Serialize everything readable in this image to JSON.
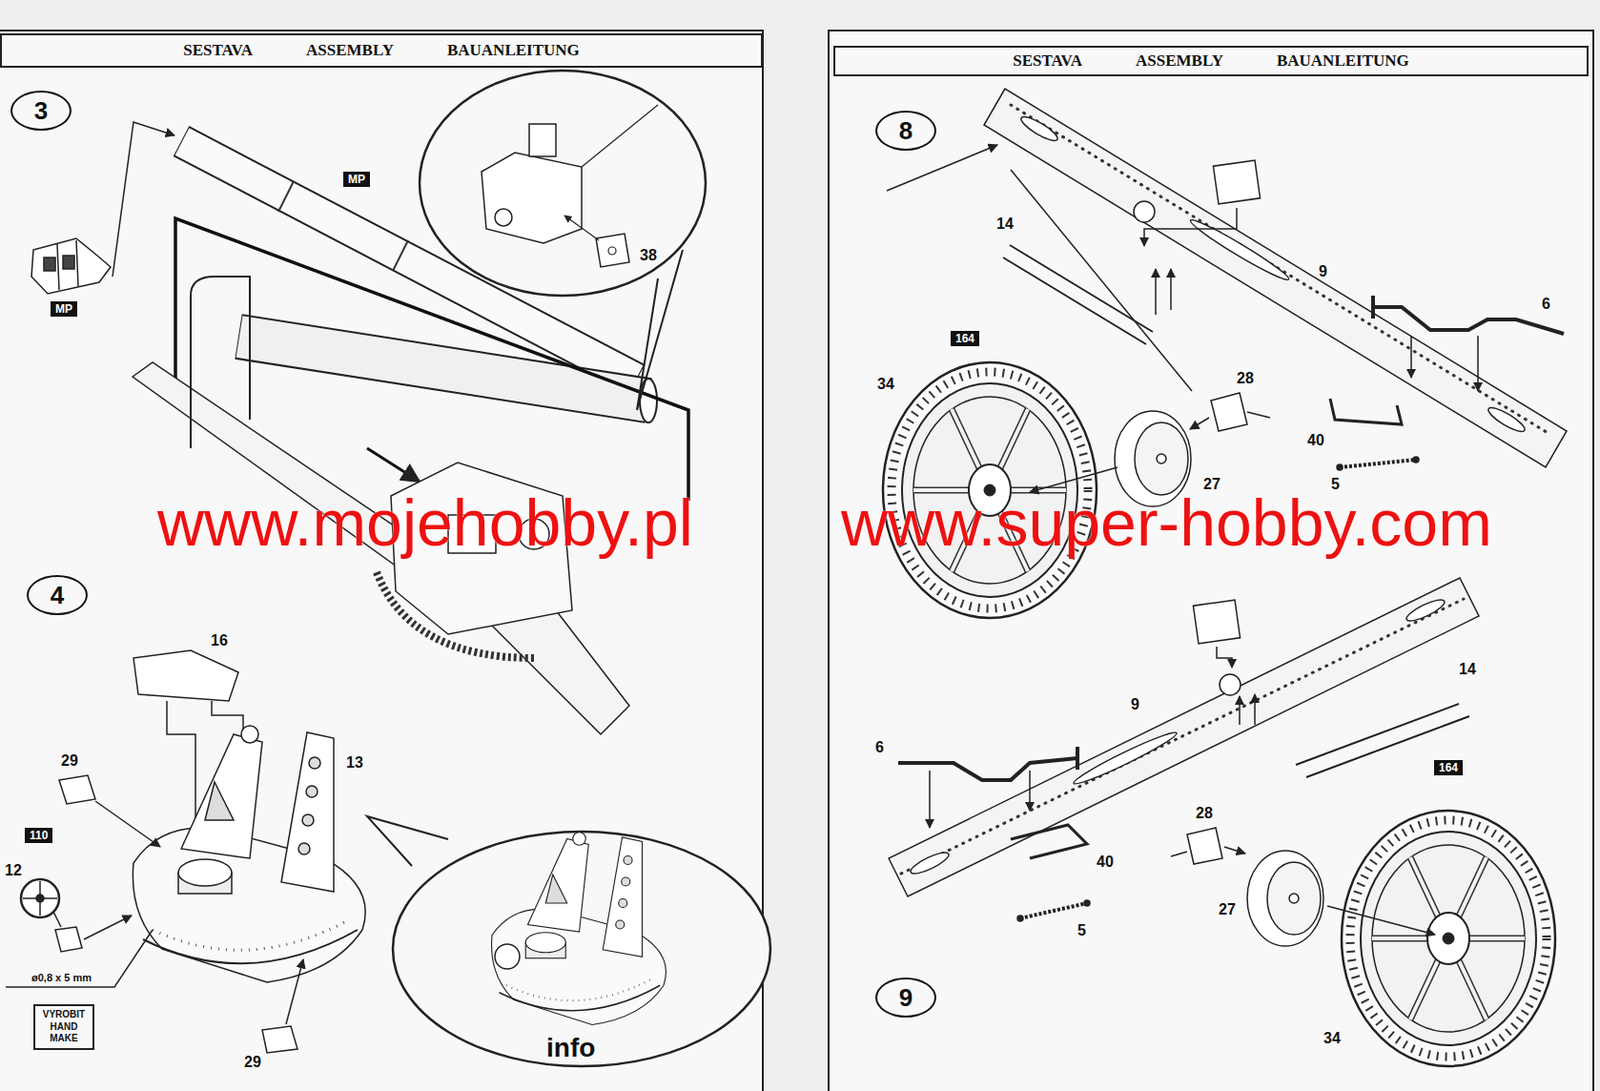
{
  "diagram": {
    "nodes": [
      {
        "text": [
          "SESTAVA",
          "ASSEMBLY",
          "BAUANLEITUNG"
        ]
      },
      {
        "text": [
          "3"
        ]
      },
      {
        "text": [
          "MP"
        ]
      },
      {
        "text": [
          "MP"
        ]
      },
      {
        "text": [
          "4"
        ]
      },
      {
        "text": [
          "110"
        ]
      },
      {
        "text": [
          "VYROBIT HAND MAKE"
        ]
      },
      {
        "text": [
          "SESTAVA",
          "ASSEMBLY",
          "BAUANLEITUNG"
        ]
      },
      {
        "text": [
          "8"
        ]
      },
      {
        "text": [
          "164"
        ]
      },
      {
        "text": [
          "164"
        ]
      },
      {
        "text": [
          "9"
        ]
      }
    ],
    "labels": [
      "38",
      "16",
      "29",
      "13",
      "12",
      "ø0,8 x 5 mm",
      "29",
      "info",
      "www.mojehobby.pl",
      "www.super-hobby.com",
      "14",
      "9",
      "6",
      "34",
      "28",
      "40",
      "27",
      "5",
      "6",
      "9",
      "14",
      "28",
      "40",
      "27",
      "5",
      "34"
    ]
  }
}
